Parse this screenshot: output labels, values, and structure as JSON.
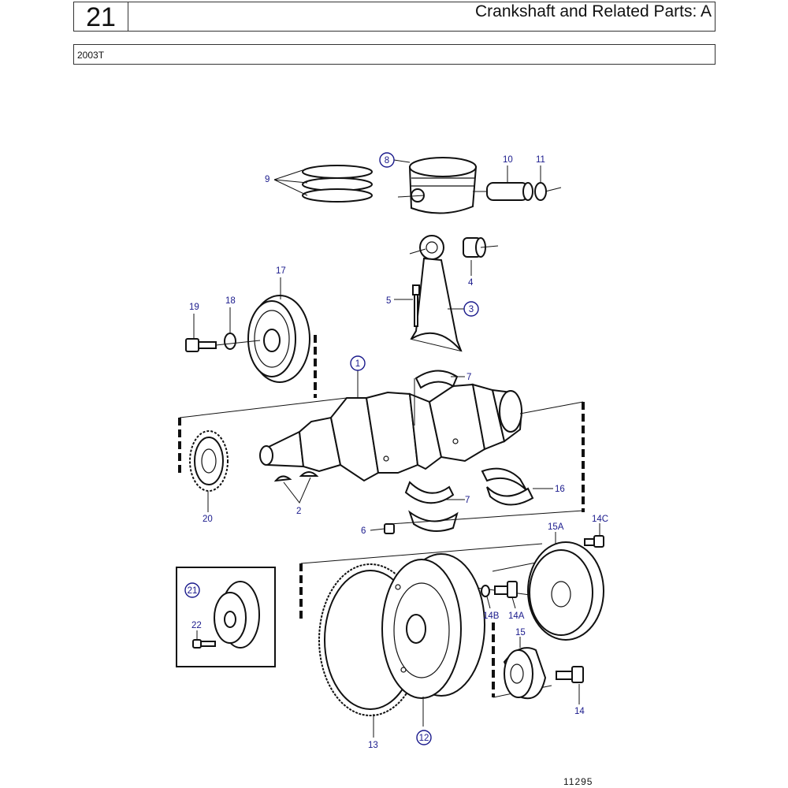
{
  "header": {
    "section_number": "21",
    "title": "Crankshaft and Related Parts: A",
    "model": "2003T"
  },
  "callouts": {
    "p1": "1",
    "p2": "2",
    "p3": "3",
    "p4": "4",
    "p5": "5",
    "p6": "6",
    "p7a": "7",
    "p7b": "7",
    "p8": "8",
    "p9": "9",
    "p10": "10",
    "p11": "11",
    "p12": "12",
    "p13": "13",
    "p14": "14",
    "p14a": "14A",
    "p14b": "14B",
    "p14c": "14C",
    "p15": "15",
    "p15a": "15A",
    "p16": "16",
    "p17": "17",
    "p18": "18",
    "p19": "19",
    "p20": "20",
    "p21": "21",
    "p22": "22"
  },
  "drawing_number": "11295"
}
